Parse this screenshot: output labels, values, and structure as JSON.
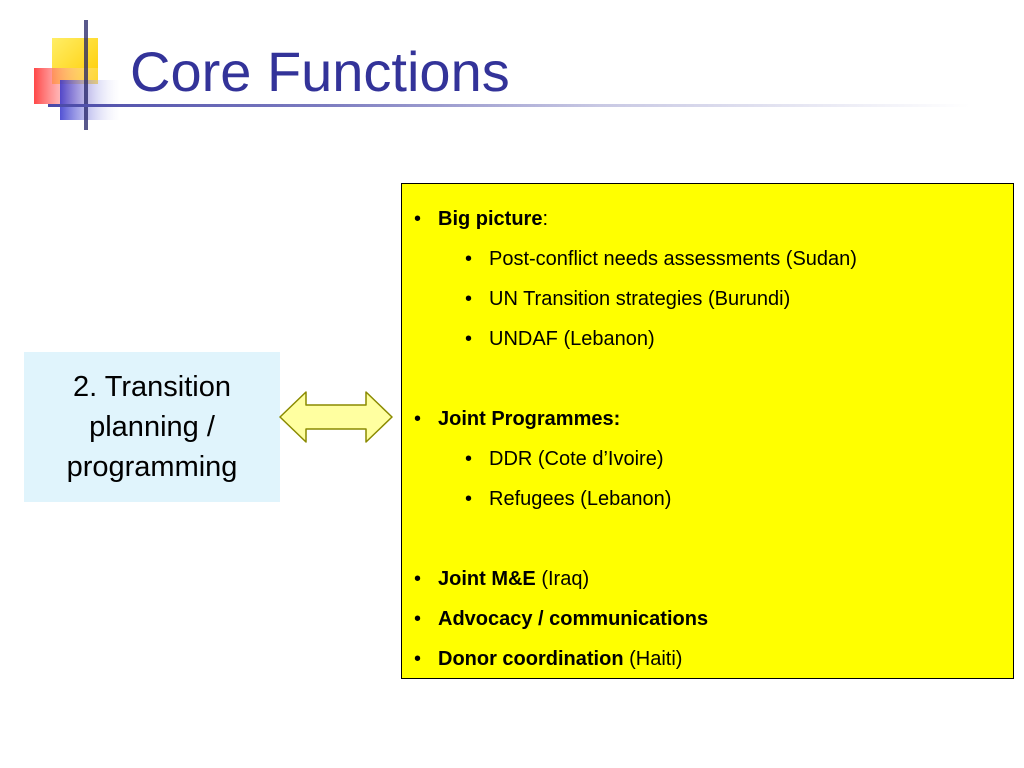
{
  "slide": {
    "title": "Core Functions"
  },
  "left_box": {
    "text": "2. Transition planning / programming",
    "background": "#e0f4fc"
  },
  "arrow": {
    "fill": "#ffffa0",
    "stroke": "#8a8a00"
  },
  "right_box": {
    "background": "#ffff00",
    "items": [
      {
        "level": 1,
        "bold": "Big picture",
        "normal": ":"
      },
      {
        "level": 2,
        "normal": "Post-conflict needs assessments (Sudan)"
      },
      {
        "level": 2,
        "normal": "UN Transition strategies (Burundi)"
      },
      {
        "level": 2,
        "normal": "UNDAF (Lebanon)"
      },
      {
        "level": 1,
        "bold": "Joint Programmes:",
        "normal": ""
      },
      {
        "level": 2,
        "normal": "DDR (Cote d’Ivoire)"
      },
      {
        "level": 2,
        "normal": "Refugees (Lebanon)"
      },
      {
        "level": 1,
        "bold": "Joint M&E",
        "normal": " (Iraq)"
      },
      {
        "level": 1,
        "bold": "Advocacy  /  communications",
        "normal": ""
      },
      {
        "level": 1,
        "bold": "Donor coordination",
        "normal": " (Haiti)"
      }
    ]
  },
  "colors": {
    "title": "#333399",
    "logo_yellow": "#ffcc00",
    "logo_red": "#ff3333",
    "logo_blue": "#3333cc"
  }
}
